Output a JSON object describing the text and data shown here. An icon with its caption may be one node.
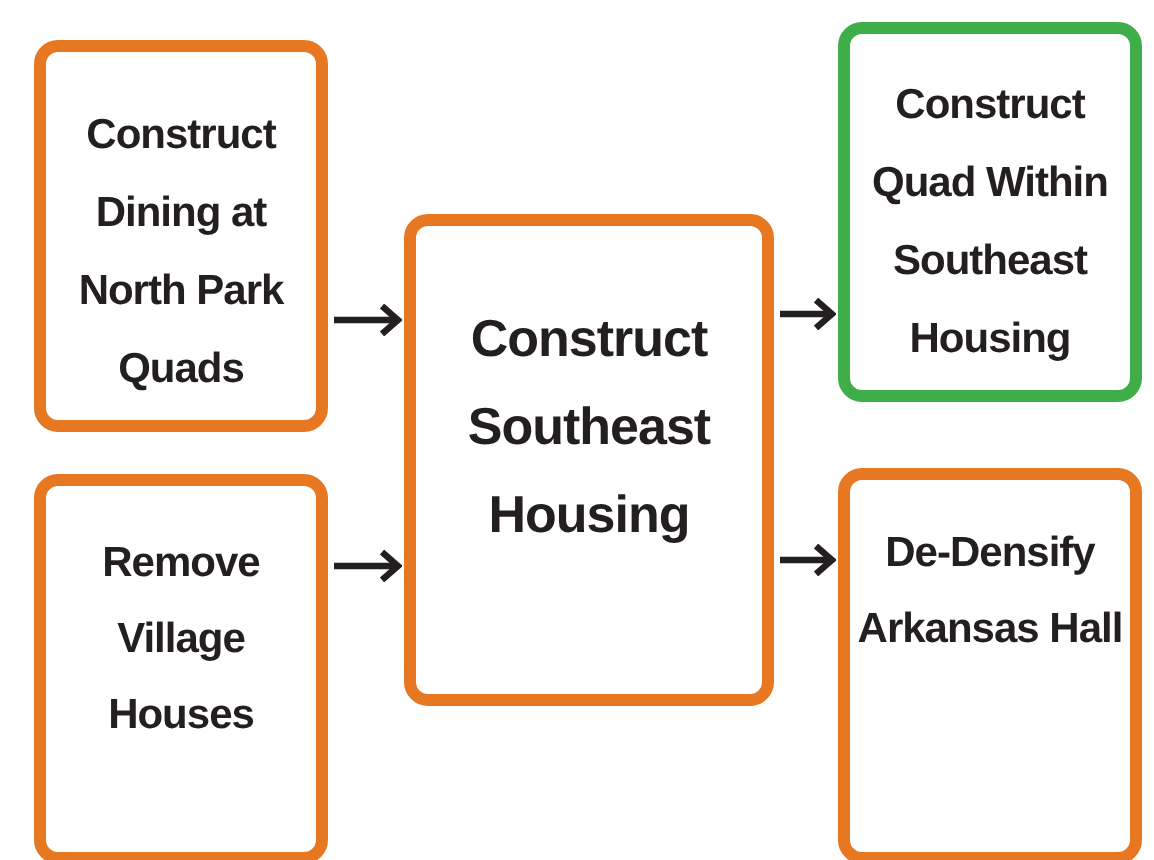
{
  "diagram": {
    "nodes": [
      {
        "text": [
          "Construct Dining at North Park Quads"
        ]
      },
      {
        "text": [
          "Remove Village Houses"
        ]
      },
      {
        "text": [
          "Construct Southeast Housing"
        ]
      },
      {
        "text": [
          "Construct Quad Within Southeast Housing"
        ]
      },
      {
        "text": [
          "De-Densify Arkansas Hall"
        ]
      }
    ],
    "edges": [
      {
        "from": 0,
        "to": 2,
        "arrow": "to"
      },
      {
        "from": 1,
        "to": 2,
        "arrow": "to"
      },
      {
        "from": 2,
        "to": 3,
        "arrow": "to"
      },
      {
        "from": 2,
        "to": 4,
        "arrow": "to"
      }
    ]
  }
}
